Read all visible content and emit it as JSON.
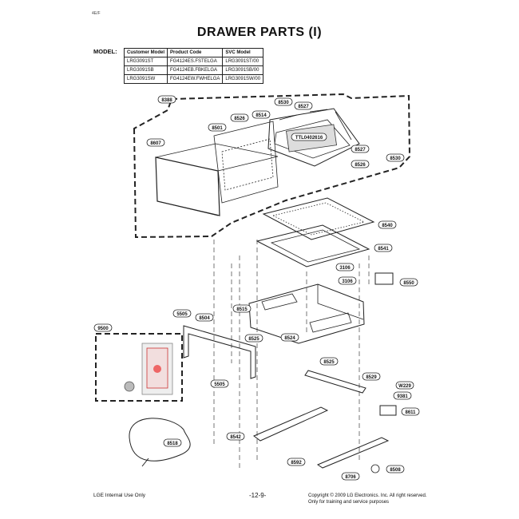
{
  "header": {
    "corner_mark": "4E/F"
  },
  "title": "DRAWER PARTS (I)",
  "model_table": {
    "label": "MODEL:",
    "columns": [
      "Customer Model",
      "Product Code",
      "SVC Model"
    ],
    "rows": [
      [
        "LRG3091ST",
        "FG4124ES.FSTELGA",
        "LRG3091ST/00"
      ],
      [
        "LRG3091SB",
        "FG4124EB.FBKELGA",
        "LRG3091SB/00"
      ],
      [
        "LRG3091SW",
        "FG4124EW.FWHELGA",
        "LRG3091SW/00"
      ]
    ]
  },
  "callouts": {
    "c8388": "8388",
    "c8530a": "8530",
    "c8527a": "8527",
    "c8526": "8526",
    "c8514": "8514",
    "c8501": "8501",
    "c8607": "8607",
    "ttlabel": "TTL0402616",
    "c8527b": "8527",
    "c8530b": "8530",
    "c8526b": "8526",
    "c8540": "8540",
    "c8541": "8541",
    "c3106a": "3106",
    "c3106b": "3106",
    "c8550": "8550",
    "c8515": "8515",
    "c5505": "5505",
    "c8504": "8504",
    "c9500": "9500",
    "c8525a": "8525",
    "c8524": "8524",
    "c8525b": "8525",
    "c8529": "8529",
    "cW229": "W229",
    "c9381": "9381",
    "c5505b": "5505",
    "c8611": "8611",
    "c8518": "8518",
    "c8542": "8542",
    "c8592": "8592",
    "c8508": "8508",
    "c8706": "8706"
  },
  "footer": {
    "left": "LGE Internal Use Only",
    "page": "-12-9-",
    "copyright": "Copyright © 2009 LG Electronics. Inc. All right reserved.",
    "note": "Only for training and service purposes"
  }
}
